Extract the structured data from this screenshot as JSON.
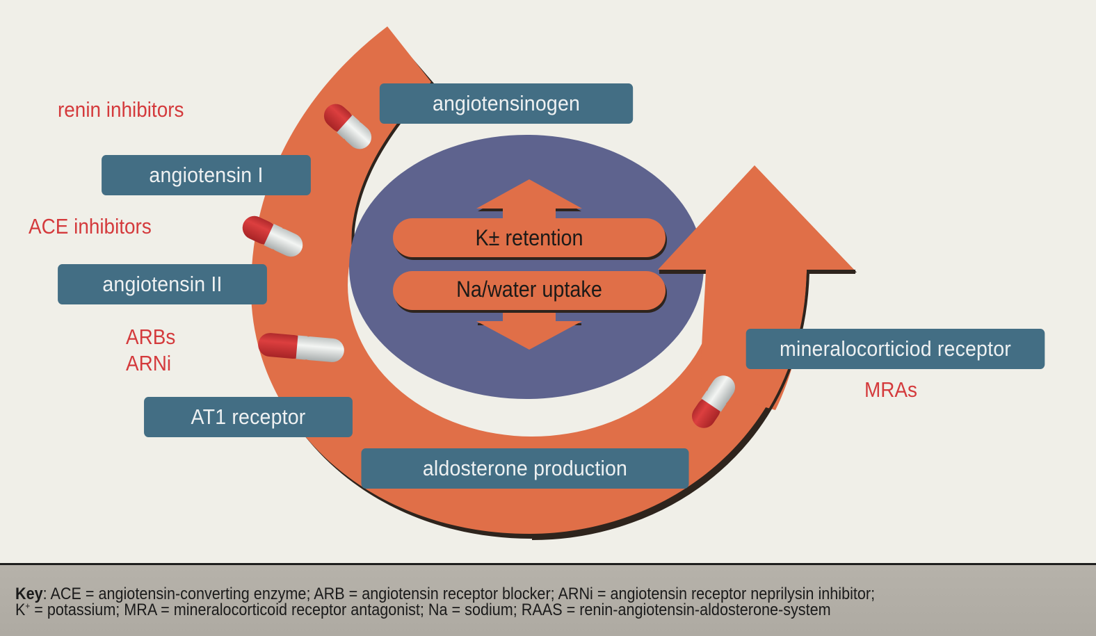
{
  "colors": {
    "background": "#f0efe8",
    "arrow": "#e06f48",
    "arrow_shadow": "#2e241d",
    "center_ellipse": "#5e638e",
    "box": "#436e84",
    "box_text": "#eef1f2",
    "drug_text": "#d43a3c",
    "pill_red": "#d43a3c",
    "pill_white": "#eef0ee",
    "footer_bg": "#b4b0a8"
  },
  "pathway_steps": [
    {
      "id": "angiotensinogen",
      "label": "angiotensinogen"
    },
    {
      "id": "angiotensin-1",
      "label": "angiotensin I"
    },
    {
      "id": "angiotensin-2",
      "label": "angiotensin II"
    },
    {
      "id": "at1-receptor",
      "label": "AT1 receptor"
    },
    {
      "id": "aldosterone-production",
      "label": "aldosterone production"
    },
    {
      "id": "mineralocorticoid-receptor",
      "label": "mineralocorticiod receptor"
    }
  ],
  "drug_classes": [
    {
      "id": "renin-inhibitors",
      "lines": [
        "renin inhibitors"
      ]
    },
    {
      "id": "ace-inhibitors",
      "lines": [
        "ACE inhibitors"
      ]
    },
    {
      "id": "arbs-arni",
      "lines": [
        "ARBs",
        "ARNi"
      ]
    },
    {
      "id": "mras",
      "lines": [
        "MRAs"
      ]
    }
  ],
  "center": {
    "effects": [
      "K± retention",
      "Na/water uptake"
    ]
  },
  "icons": [
    "pill-icon",
    "double-arrow-icon",
    "cycle-arrow-icon"
  ],
  "footer": {
    "key_label": "Key",
    "line1": ": ACE = angiotensin-converting enzyme; ARB = angiotensin receptor blocker; ARNi = angiotensin receptor neprilysin inhibitor;",
    "line2_k": "K",
    "line2_sup": "+",
    "line2_rest": " = potassium; MRA = mineralocorticoid receptor antagonist; Na = sodium; RAAS = renin-angiotensin-aldosterone-system"
  }
}
